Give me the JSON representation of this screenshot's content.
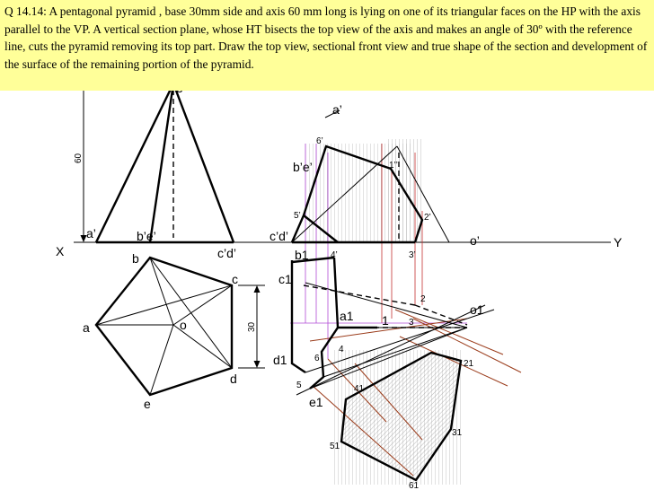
{
  "question": "Q 14.14: A pentagonal pyramid , base 30mm side and axis 60 mm long is lying on one of its triangular faces on the HP with the axis parallel to the VP. A vertical section plane, whose HT bisects the top view of the axis and makes an angle of 30º with the reference line, cuts the pyramid removing its top part. Draw the top view, sectional front view and true shape of the section and development of the surface of the remaining portion of the pyramid.",
  "labels": {
    "x": "X",
    "y": "Y",
    "o_prime": "o’",
    "a_prime": "a’",
    "be_prime": "b’e’",
    "cd_prime": "c’d’",
    "b": "b",
    "c": "c",
    "a": "a",
    "o": "o",
    "d": "d",
    "e": "e",
    "dim60": "60",
    "dim30": "30",
    "a_prime2": "a’",
    "pt6p": "6’",
    "be_prime2": "b’e’",
    "pt1pp": "1’’",
    "pt5p": "5’",
    "pt2p": "2’",
    "cd_prime2": "c’d’",
    "pt4p": "4’",
    "pt3p": "3’",
    "o_prime2": "o’",
    "b1": "b1",
    "c1": "c1",
    "a1": "a1",
    "d1": "d1",
    "e1": "e1",
    "o1": "o1",
    "pt1": "1",
    "pt2": "2",
    "pt3": "3",
    "pt4": "4",
    "pt5": "5",
    "pt6": "6",
    "ts2": "21",
    "ts3": "31",
    "ts4": "41",
    "ts5": "51",
    "ts6": "61"
  },
  "colors": {
    "banner": "#ffff99",
    "red": "#c43232",
    "magenta": "#b24bd6",
    "rust": "#9a3b1a"
  }
}
